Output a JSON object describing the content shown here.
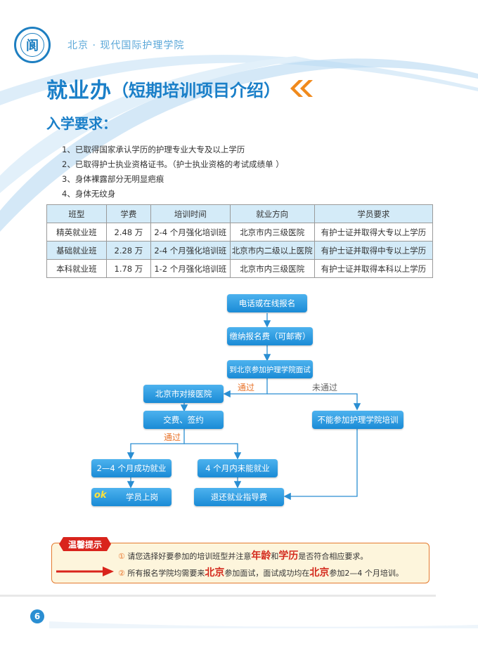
{
  "header": {
    "logo_glyph": "阆",
    "school_name": "北京 · 现代国际护理学院"
  },
  "title": {
    "main": "就业办",
    "sub": "（短期培训项目介绍）"
  },
  "section_title": "入学要求：",
  "requirements": [
    "1、已取得国家承认学历的护理专业大专及以上学历",
    "2、已取得护士执业资格证书。（护士执业资格的考试成绩单 ）",
    "3、身体裸露部分无明显疤痕",
    "4、身体无纹身"
  ],
  "table": {
    "headers": [
      "班型",
      "学费",
      "培训时间",
      "就业方向",
      "学员要求"
    ],
    "rows": [
      [
        "精英就业班",
        "2.48 万",
        "2-4 个月强化培训班",
        "北京市内三级医院",
        "有护士证并取得大专以上学历"
      ],
      [
        "基础就业班",
        "2.28 万",
        "2-4 个月强化培训班",
        "北京市内二级以上医院",
        "有护士证并取得中专以上学历"
      ],
      [
        "本科就业班",
        "1.78 万",
        "1-2 个月强化培训班",
        "北京市内三级医院",
        "有护士证并取得本科以上学历"
      ]
    ]
  },
  "flow": {
    "step1": "电话或在线报名",
    "step2": "缴纳报名费（可邮寄）",
    "step3": "到北京参加护理学院面试",
    "pass_label": "通过",
    "fail_label": "未通过",
    "hospital": "北京市对接医院",
    "sign": "交费、签约",
    "pass_label2": "通过",
    "not_eligible": "不能参加护理学院培训",
    "success": "2—4 个月成功就业",
    "unsuccess": "4 个月内未能就业",
    "graduate": "学员上岗",
    "refund": "退还就业指导费",
    "ok_text": "ok"
  },
  "tips": {
    "badge": "温馨提示",
    "line1_num": "①",
    "line1_a": "请您选择好要参加的培训班型并注意",
    "line1_h1": "年龄",
    "line1_b": "和",
    "line1_h2": "学历",
    "line1_c": "是否符合相应要求。",
    "line2_num": "②",
    "line2_a": "所有报名学院均需要来",
    "line2_h1": "北京",
    "line2_b": "参加面试，面试成功均在",
    "line2_h2": "北京",
    "line2_c": "参加2—4 个月培训。"
  },
  "page_number": "6",
  "colors": {
    "accent": "#1a7fc8",
    "box_blue": "#2a97dd",
    "orange": "#e8732a",
    "highlight_red": "#d42b1e",
    "table_header_bg": "#d4ebf8"
  }
}
